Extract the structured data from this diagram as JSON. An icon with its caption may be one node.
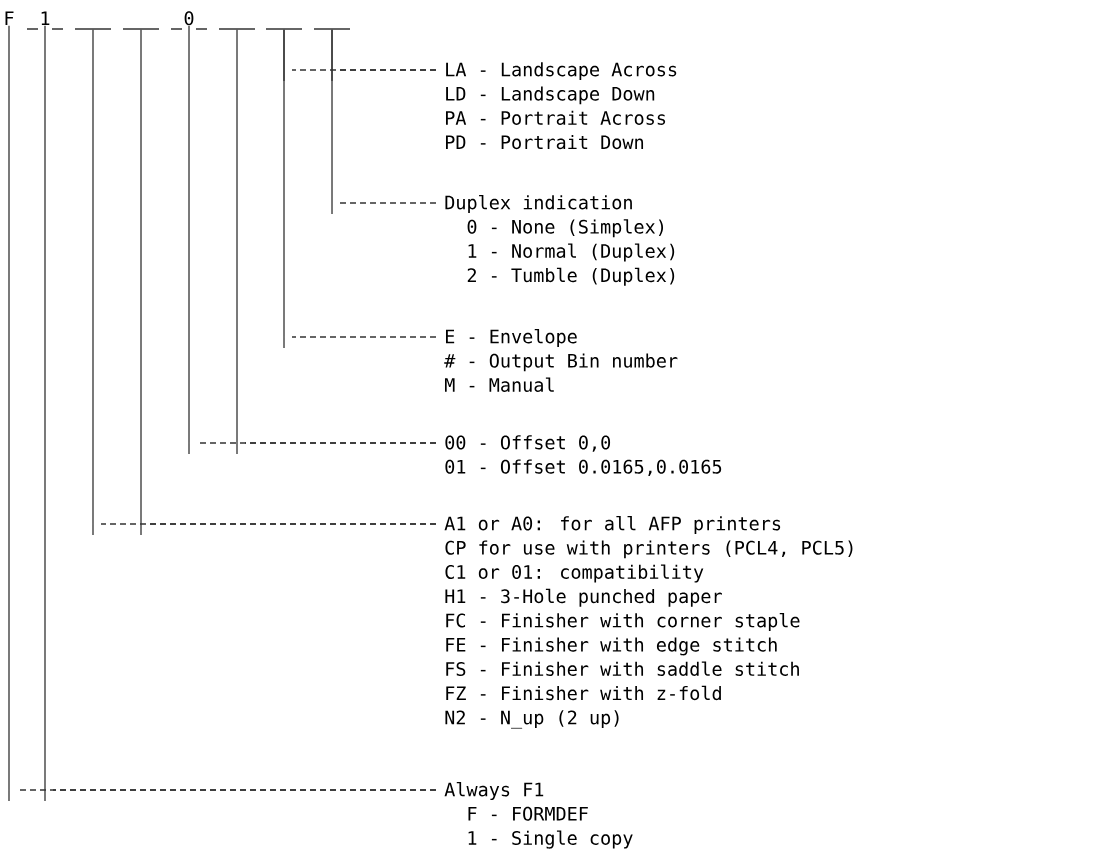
{
  "diagram": {
    "nodes": [
      {
        "text": [
          "F"
        ]
      },
      {
        "text": [
          "1"
        ]
      },
      {
        "text": [],
        "shape": "bar"
      },
      {
        "text": [],
        "shape": "bar"
      },
      {
        "text": [
          "0"
        ]
      },
      {
        "text": [],
        "shape": "bar"
      },
      {
        "text": [],
        "shape": "bar"
      },
      {
        "text": [],
        "shape": "bar"
      },
      {
        "text": [
          "LA - Landscape Across",
          "LD - Landscape Down",
          "PA - Portrait Across",
          "PD - Portrait Down"
        ]
      },
      {
        "text": [
          "Duplex indication",
          "0 - None (Simplex)",
          "1 - Normal (Duplex)",
          "2 - Tumble (Duplex)"
        ]
      },
      {
        "text": [
          "E - Envelope",
          "# - Output Bin number",
          "M - Manual"
        ]
      },
      {
        "text": [
          "00 - Offset 0,0",
          "01 - Offset 0.0165,0.0165"
        ]
      },
      {
        "text": [
          "A1 or A0: for all AFP printers",
          "CP for use with printers (PCL4, PCL5)",
          "C1 or 01: compatibility",
          "H1 - 3-Hole punched paper",
          "FC - Finisher with corner staple",
          "FE - Finisher with edge stitch",
          "FS - Finisher with saddle stitch",
          "FZ - Finisher with z-fold",
          "N2 - N_up (2 up)"
        ]
      },
      {
        "text": [
          "Always F1",
          "F - FORMDEF",
          "1 - Single copy"
        ]
      }
    ],
    "edges": [
      {
        "from": 6,
        "to": 8,
        "arrow": "none"
      },
      {
        "from": 7,
        "to": 8,
        "arrow": "none"
      },
      {
        "from": 7,
        "to": 9,
        "arrow": "none"
      },
      {
        "from": 6,
        "to": 10,
        "arrow": "none"
      },
      {
        "from": 4,
        "to": 11,
        "arrow": "none"
      },
      {
        "from": 5,
        "to": 11,
        "arrow": "none"
      },
      {
        "from": 2,
        "to": 12,
        "arrow": "none"
      },
      {
        "from": 3,
        "to": 12,
        "arrow": "none"
      },
      {
        "from": 0,
        "to": 13,
        "arrow": "none"
      },
      {
        "from": 1,
        "to": 13,
        "arrow": "none"
      }
    ]
  }
}
